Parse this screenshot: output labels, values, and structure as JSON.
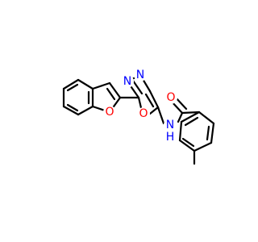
{
  "diagram": {
    "type": "chemical-structure",
    "atom_labels": {
      "furan_oxygen": "O",
      "oxadiazole_n3": "N",
      "oxadiazole_n4": "N",
      "oxadiazole_oxygen": "O",
      "amide_oxygen": "O",
      "amide_nh": "N",
      "amide_h": "H"
    },
    "colors": {
      "bond": "#000000",
      "nitrogen": "#0000ff",
      "oxygen": "#ff0000"
    }
  }
}
